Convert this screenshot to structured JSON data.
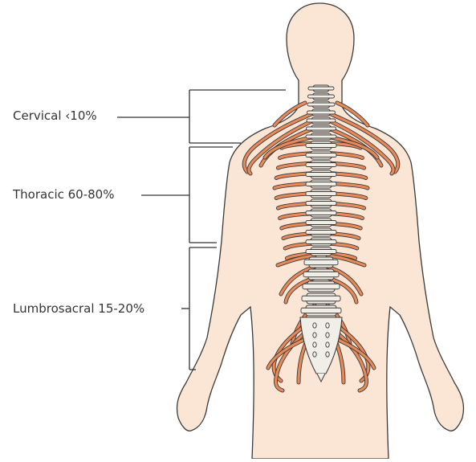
{
  "regions": [
    {
      "label": "Cervical ‹10%"
    },
    {
      "label": "Thoracic 60-80%"
    },
    {
      "label": "Lumbrosacral 15-20%"
    }
  ],
  "colors": {
    "skin": "#fbe6d6",
    "outline": "#3a3a3a",
    "nerve": "#e8895a",
    "bone": "#f0eee6",
    "bracket": "#333333"
  }
}
